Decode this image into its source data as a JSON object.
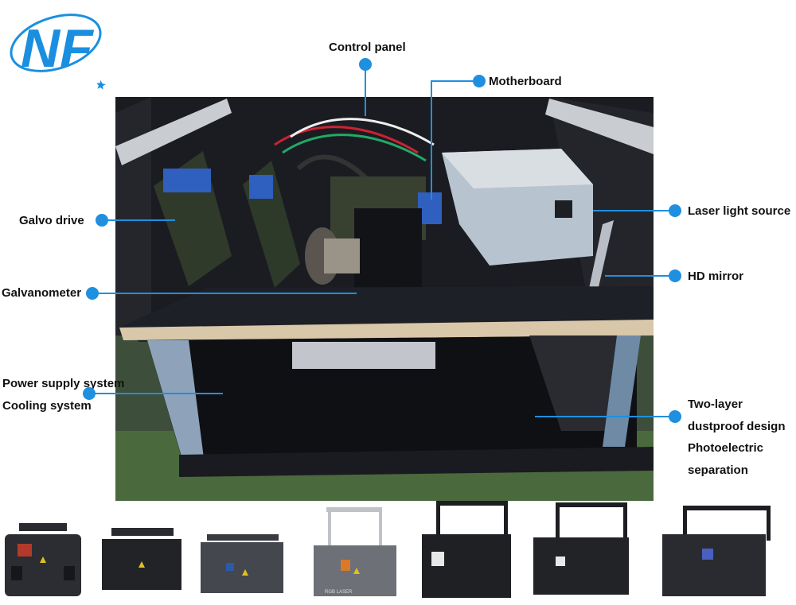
{
  "logo": {
    "text": "NF"
  },
  "callouts": {
    "control_panel": "Control panel",
    "motherboard": "Motherboard",
    "galvo_drive": "Galvo drive",
    "laser_light_source": "Laser light source",
    "hd_mirror": "HD mirror",
    "galvanometer": "Galvanometer",
    "power_supply_line1": "Power supply system",
    "power_supply_line2": "Cooling system",
    "two_layer_line1": "Two-layer",
    "two_layer_line2": "dustproof design",
    "two_layer_line3": "Photoelectric",
    "two_layer_line4": "separation"
  },
  "product_thumbnails": {
    "item_5_badge": "RGB LASER"
  },
  "colors": {
    "accent": "#1f8fe0",
    "logo_blue": "#1a8fe0"
  }
}
